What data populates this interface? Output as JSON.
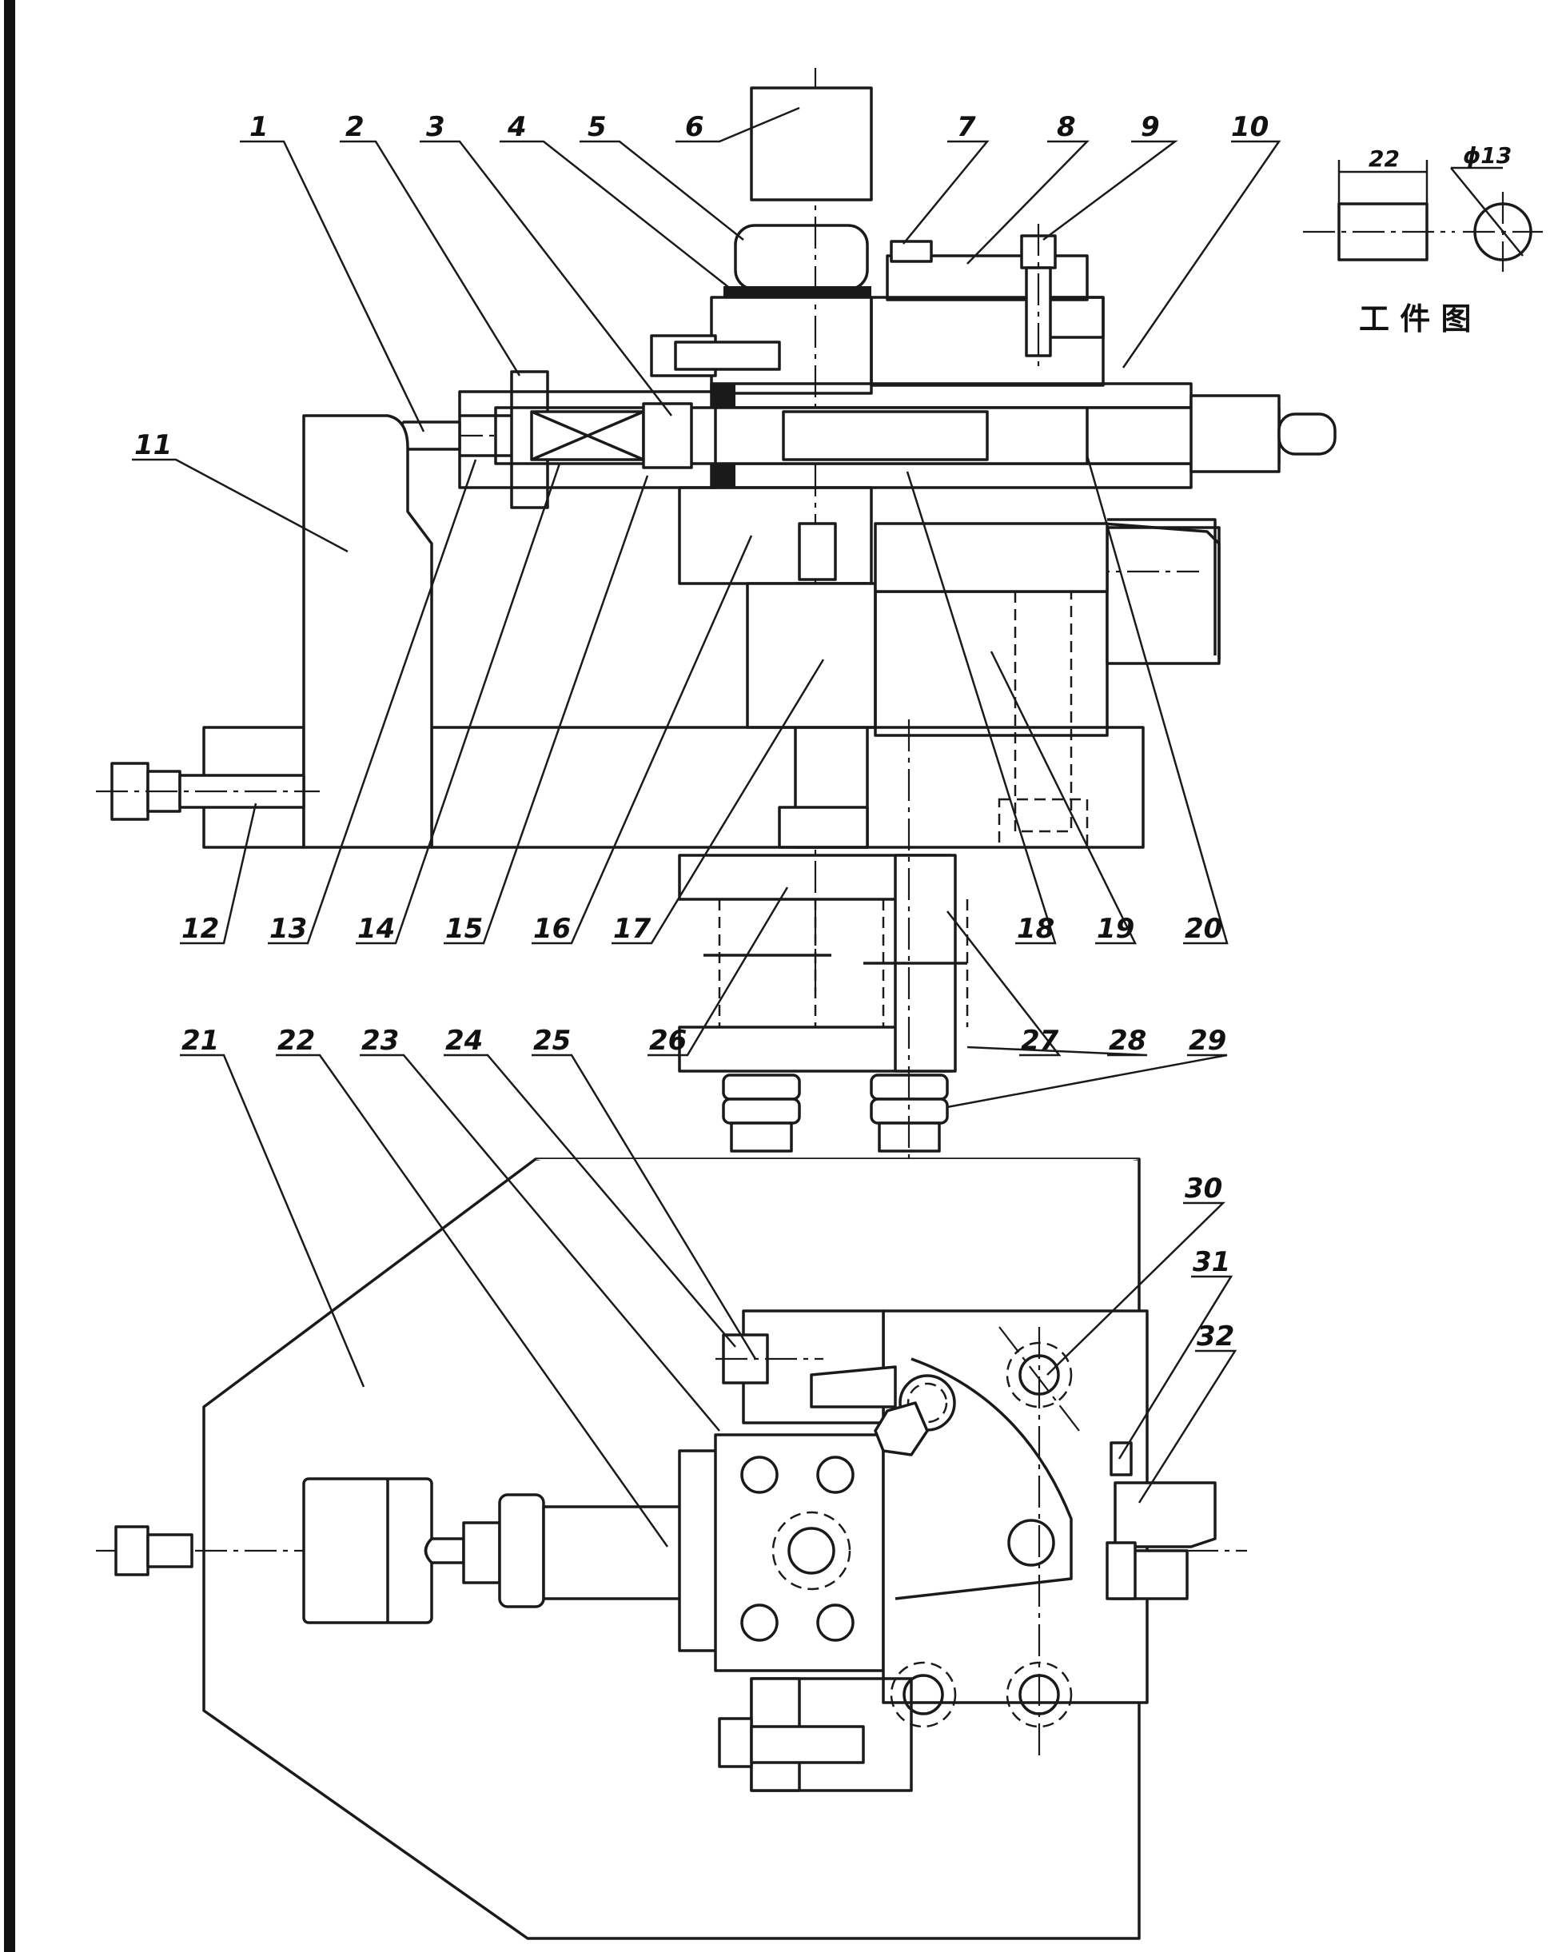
{
  "drawing": {
    "workpiece": {
      "caption": "工 件 图",
      "length_dim": "22",
      "diameter_dim": "ϕ13"
    },
    "callouts": [
      {
        "id": "1",
        "text": "1"
      },
      {
        "id": "2",
        "text": "2"
      },
      {
        "id": "3",
        "text": "3"
      },
      {
        "id": "4",
        "text": "4"
      },
      {
        "id": "5",
        "text": "5"
      },
      {
        "id": "6",
        "text": "6"
      },
      {
        "id": "7",
        "text": "7"
      },
      {
        "id": "8",
        "text": "8"
      },
      {
        "id": "9",
        "text": "9"
      },
      {
        "id": "10",
        "text": "10"
      },
      {
        "id": "11",
        "text": "11"
      },
      {
        "id": "12",
        "text": "12"
      },
      {
        "id": "13",
        "text": "13"
      },
      {
        "id": "14",
        "text": "14"
      },
      {
        "id": "15",
        "text": "15"
      },
      {
        "id": "16",
        "text": "16"
      },
      {
        "id": "17",
        "text": "17"
      },
      {
        "id": "18",
        "text": "18"
      },
      {
        "id": "19",
        "text": "19"
      },
      {
        "id": "20",
        "text": "20"
      },
      {
        "id": "21",
        "text": "21"
      },
      {
        "id": "22",
        "text": "22"
      },
      {
        "id": "23",
        "text": "23"
      },
      {
        "id": "24",
        "text": "24"
      },
      {
        "id": "25",
        "text": "25"
      },
      {
        "id": "26",
        "text": "26"
      },
      {
        "id": "27",
        "text": "27"
      },
      {
        "id": "28",
        "text": "28"
      },
      {
        "id": "29",
        "text": "29"
      },
      {
        "id": "30",
        "text": "30"
      },
      {
        "id": "31",
        "text": "31"
      },
      {
        "id": "32",
        "text": "32"
      }
    ]
  }
}
